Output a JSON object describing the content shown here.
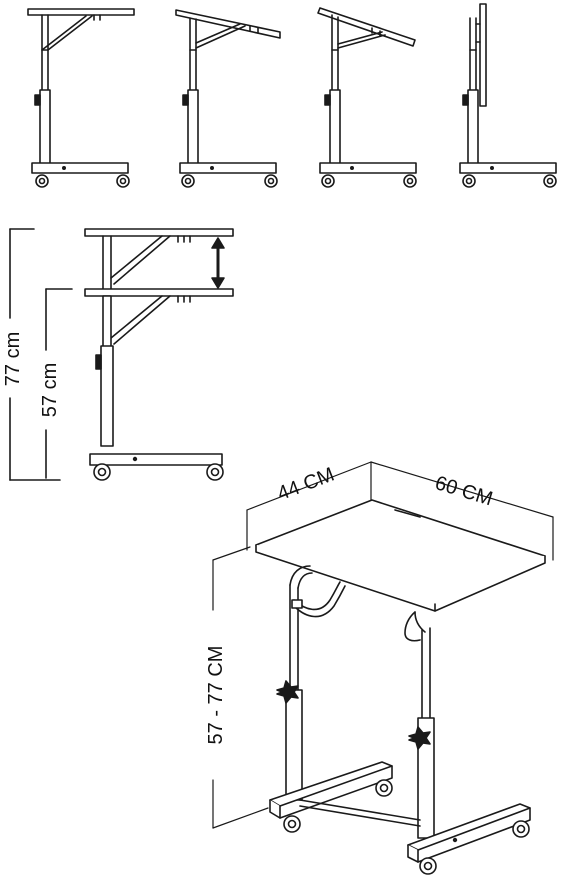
{
  "colors": {
    "stroke": "#1a1a1a",
    "background": "#ffffff"
  },
  "tilt_views": {
    "count": 4,
    "tilt_angles_deg": [
      0,
      15,
      30,
      90
    ]
  },
  "height_range_view": {
    "label_max": "77 cm",
    "label_min": "57 cm",
    "arrow": "double-arrow-vertical"
  },
  "dimension_view": {
    "depth_label": "44 CM",
    "width_label": "60 CM",
    "height_label": "57 - 77 CM"
  },
  "icons": {
    "adjust_knob": "star-knob-icon",
    "wheel": "caster-wheel-icon"
  }
}
